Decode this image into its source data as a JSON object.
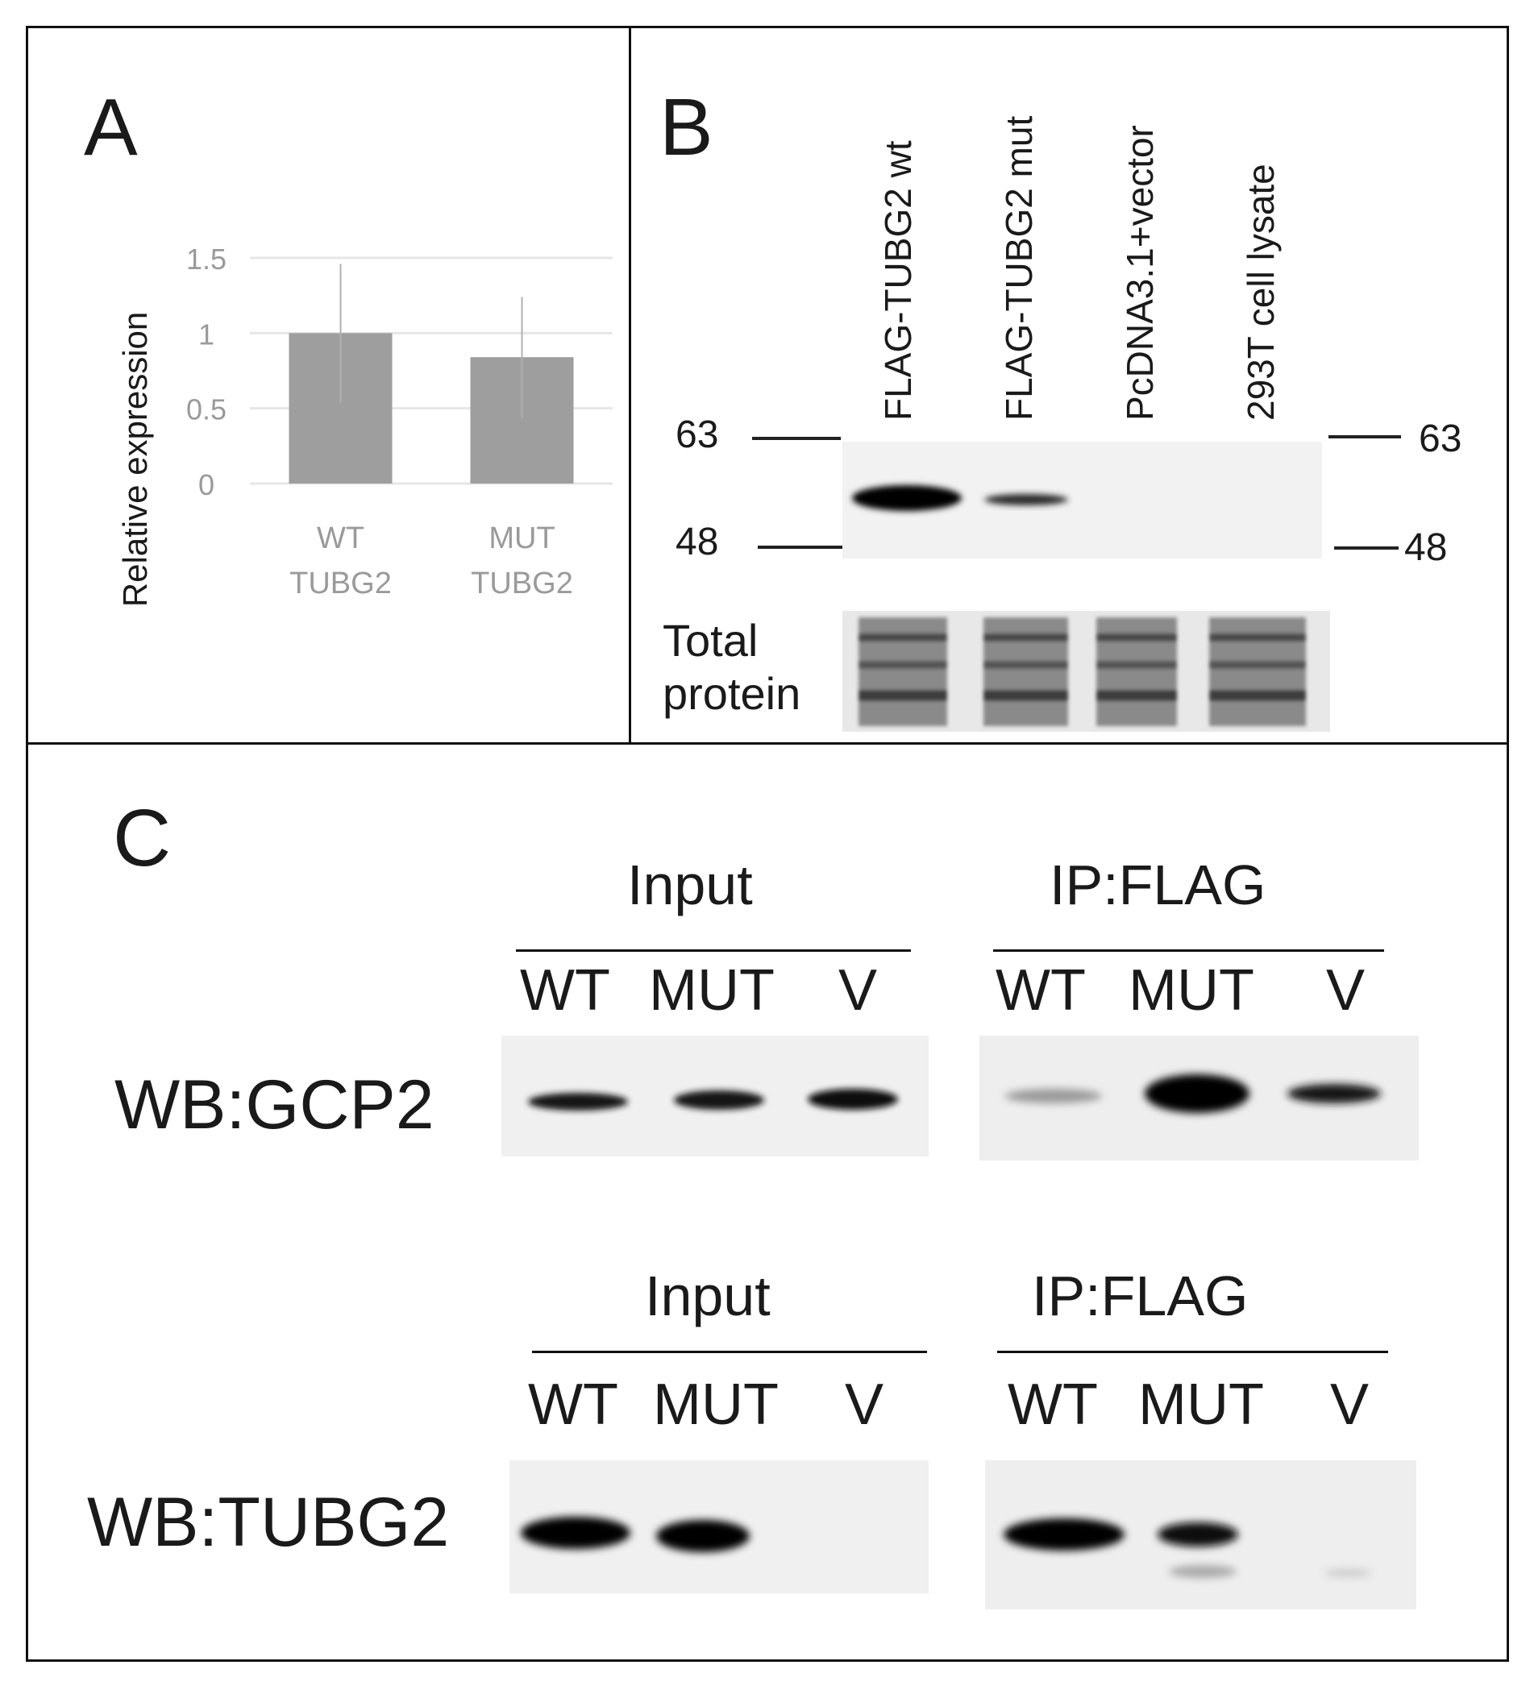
{
  "panelA": {
    "letter": "A",
    "chart_data": {
      "type": "bar",
      "categories": [
        [
          "WT",
          "TUBG2"
        ],
        [
          "MUT",
          "TUBG2"
        ]
      ],
      "values": [
        1.0,
        0.84
      ],
      "error": [
        0.46,
        0.4
      ],
      "ylabel": "Relative expression",
      "ylim": [
        0,
        1.5
      ],
      "yticks": [
        "0",
        "0.5",
        "1",
        "1.5"
      ],
      "grid": true,
      "colors": {
        "bar": "#9e9e9e",
        "grid": "#e6e6e6",
        "tick": "#9a9a9a",
        "error": "#b0b0b0"
      }
    }
  },
  "panelB": {
    "letter": "B",
    "lanes": [
      "FLAG-TUBG2 wt",
      "FLAG-TUBG2 mut",
      "PcDNA3.1+vector",
      "293T cell lysate"
    ],
    "marker_left": [
      "63",
      "48"
    ],
    "marker_right": [
      "63",
      "48"
    ],
    "total_protein_label": [
      "Total",
      "protein"
    ]
  },
  "panelC": {
    "letter": "C",
    "rows": [
      {
        "wb": "WB:GCP2",
        "input_label": "Input",
        "ip_label": "IP:FLAG",
        "lanes": [
          "WT",
          "MUT",
          "V"
        ]
      },
      {
        "wb": "WB:TUBG2",
        "input_label": "Input",
        "ip_label": "IP:FLAG",
        "lanes": [
          "WT",
          "MUT",
          "V"
        ]
      }
    ]
  }
}
